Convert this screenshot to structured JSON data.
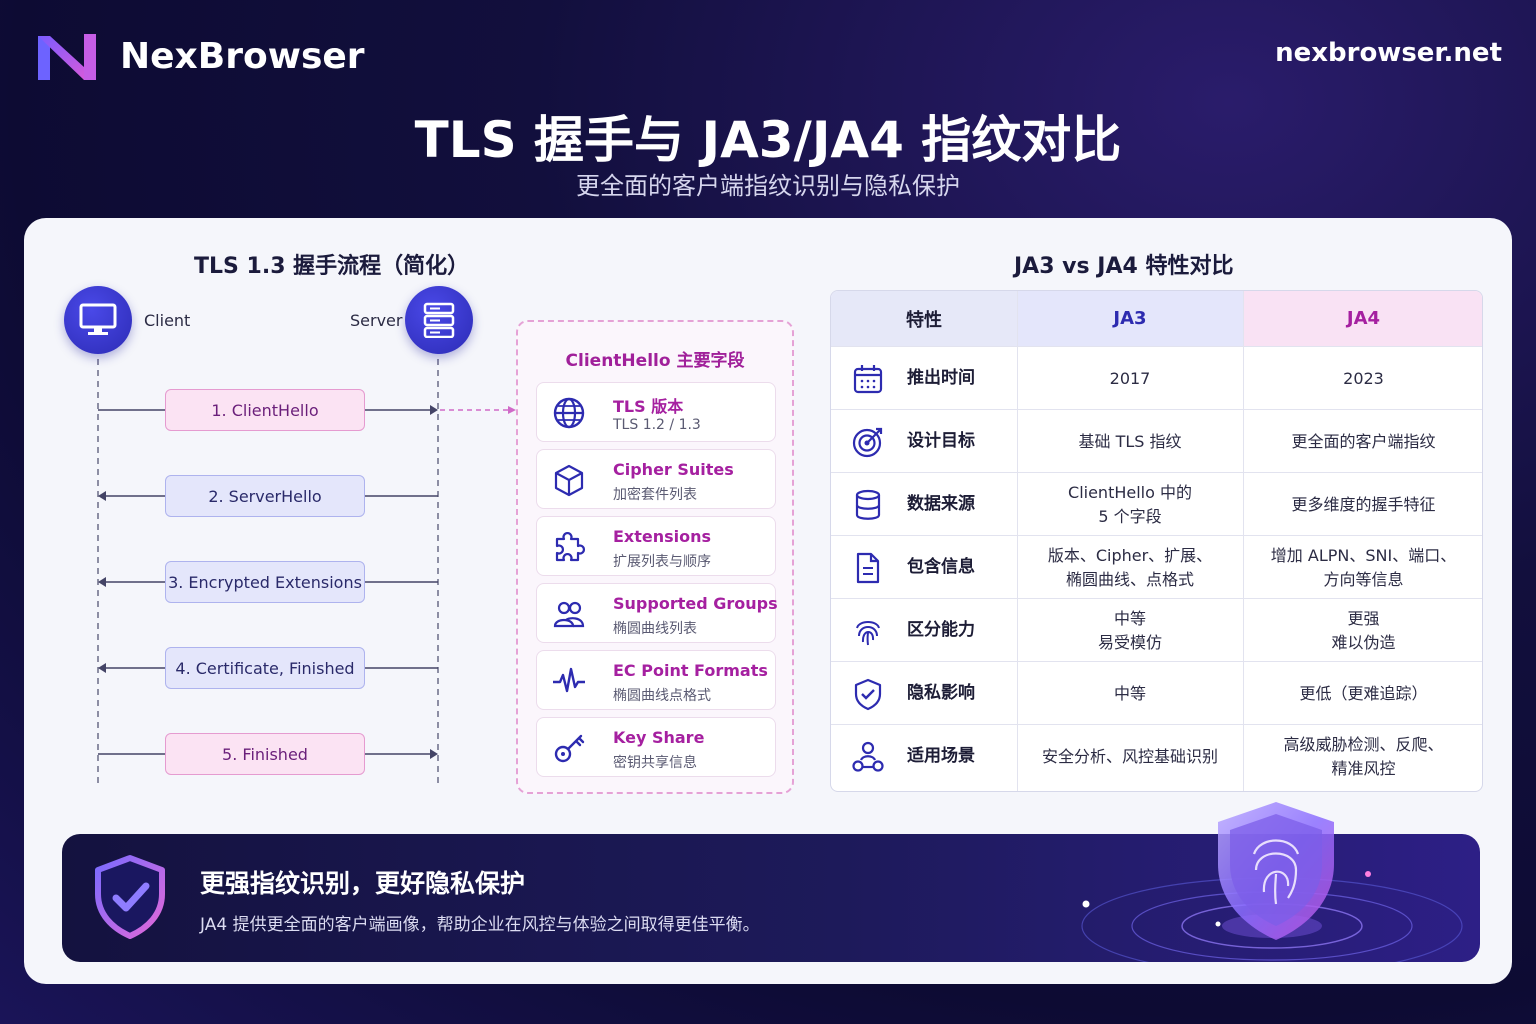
{
  "brand": {
    "name": "NexBrowser",
    "site": "nexbrowser.net"
  },
  "title": "TLS 握手与 JA3/JA4 指纹对比",
  "subtitle": "更全面的客户端指纹识别与隐私保护",
  "handshake": {
    "section_title": "TLS 1.3 握手流程（简化）",
    "client_label": "Client",
    "server_label": "Server",
    "messages": [
      {
        "label": "1. ClientHello",
        "direction": "right",
        "style": "pink"
      },
      {
        "label": "2. ServerHello",
        "direction": "left",
        "style": "blue"
      },
      {
        "label": "3. Encrypted Extensions",
        "direction": "left",
        "style": "blue"
      },
      {
        "label": "4. Certificate, Finished",
        "direction": "left",
        "style": "blue"
      },
      {
        "label": "5. Finished",
        "direction": "right",
        "style": "pink"
      }
    ]
  },
  "clienthello": {
    "title": "ClientHello 主要字段",
    "items": [
      {
        "icon": "globe-icon",
        "title": "TLS 版本",
        "desc": "TLS 1.2 / 1.3"
      },
      {
        "icon": "cube-icon",
        "title": "Cipher Suites",
        "desc": "加密套件列表"
      },
      {
        "icon": "puzzle-icon",
        "title": "Extensions",
        "desc": "扩展列表与顺序"
      },
      {
        "icon": "users-icon",
        "title": "Supported Groups",
        "desc": "椭圆曲线列表"
      },
      {
        "icon": "pulse-icon",
        "title": "EC Point Formats",
        "desc": "椭圆曲线点格式"
      },
      {
        "icon": "key-icon",
        "title": "Key Share",
        "desc": "密钥共享信息"
      }
    ]
  },
  "comparison": {
    "section_title": "JA3 vs JA4 特性对比",
    "headers": {
      "feature": "特性",
      "ja3": "JA3",
      "ja4": "JA4"
    },
    "rows": [
      {
        "icon": "calendar-icon",
        "feature": "推出时间",
        "ja3": "2017",
        "ja4": "2023"
      },
      {
        "icon": "target-icon",
        "feature": "设计目标",
        "ja3": "基础 TLS 指纹",
        "ja4": "更全面的客户端指纹"
      },
      {
        "icon": "database-icon",
        "feature": "数据来源",
        "ja3": "ClientHello 中的\n5 个字段",
        "ja4": "更多维度的握手特征"
      },
      {
        "icon": "document-icon",
        "feature": "包含信息",
        "ja3": "版本、Cipher、扩展、\n椭圆曲线、点格式",
        "ja4": "增加 ALPN、SNI、端口、\n方向等信息"
      },
      {
        "icon": "fingerprint-icon",
        "feature": "区分能力",
        "ja3": "中等\n易受模仿",
        "ja4": "更强\n难以伪造"
      },
      {
        "icon": "shield-check-icon",
        "feature": "隐私影响",
        "ja3": "中等",
        "ja4": "更低（更难追踪）"
      },
      {
        "icon": "network-icon",
        "feature": "适用场景",
        "ja3": "安全分析、风控基础识别",
        "ja4": "高级威胁检测、反爬、\n精准风控"
      }
    ]
  },
  "banner": {
    "title": "更强指纹识别，更好隐私保护",
    "text": "JA4 提供更全面的客户端画像，帮助企业在风控与体验之间取得更佳平衡。"
  },
  "colors": {
    "accent": "#2c2bb5",
    "pink": "#a520a0",
    "bg": "#120f3d"
  }
}
